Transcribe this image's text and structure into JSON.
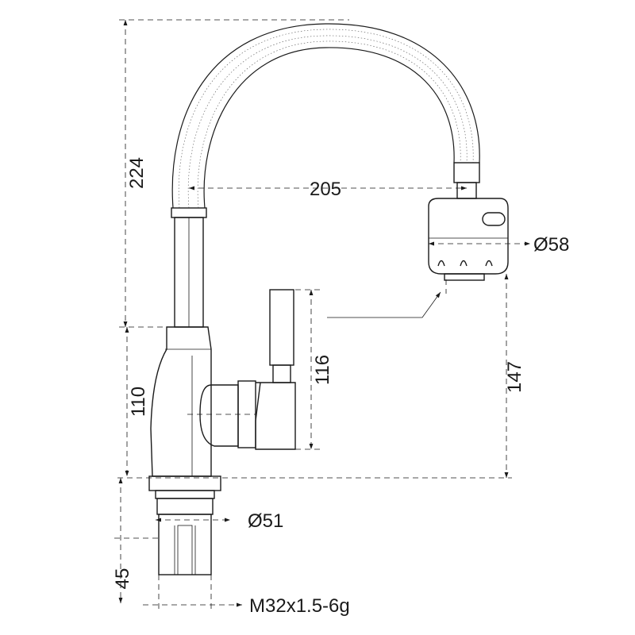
{
  "drawing": {
    "subject": "",
    "dimensions": {
      "total_height": "224",
      "spout_reach": "205",
      "spray_head_diameter": "Ø58",
      "outlet_height": "147",
      "body_height": "110",
      "handle_height": "116",
      "base_diameter": "Ø51",
      "shank_length": "45",
      "thread_spec": "M32x1.5-6g"
    }
  }
}
